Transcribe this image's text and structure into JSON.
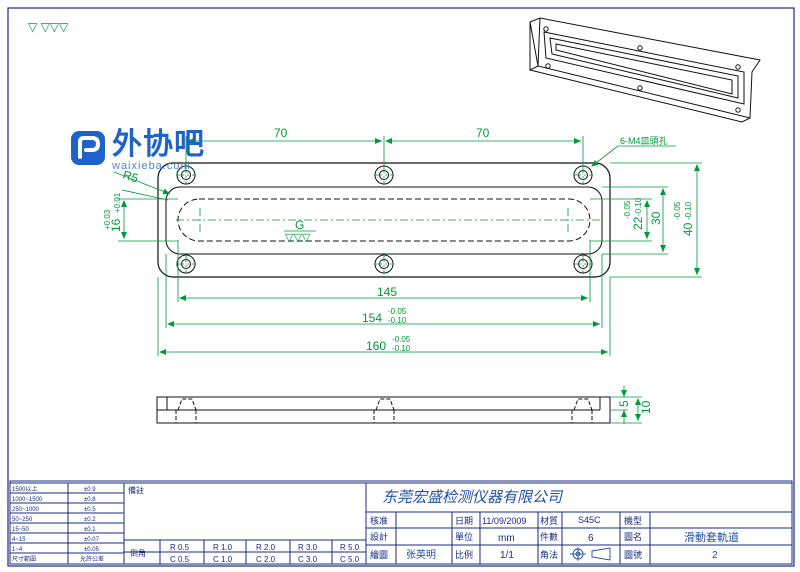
{
  "drawing": {
    "surface_symbols": "▽ ▽▽▽",
    "hole_note": "6-M4皿頭孔",
    "finish_letter": "G",
    "finish_symbol": "▽▽▽",
    "dims": {
      "pitch_left": "70",
      "pitch_right": "70",
      "radius": "R5",
      "len_145": "145",
      "len_154": "154",
      "len_154_tol_up": "-0.05",
      "len_154_tol_lo": "-0.10",
      "len_160": "160",
      "len_160_tol_up": "-0.05",
      "len_160_tol_lo": "-0.10",
      "w_16": "16",
      "w_16_tol_up": "+0.03",
      "w_16_tol_lo": "+0.01",
      "h_22": "22",
      "h_22_tol_up": "-0.05",
      "h_22_tol_lo": "-0.10",
      "h_30": "30",
      "h_40": "40",
      "h_40_tol_up": "-0.05",
      "h_40_tol_lo": "-0.10",
      "t_5": "5",
      "t_10": "10"
    }
  },
  "watermark": {
    "name": "外协吧",
    "url": "waixieba.com"
  },
  "title_block": {
    "company": "东莞宏盛检测仪器有限公司",
    "remark_label": "備註",
    "tolerance_rows": [
      [
        "1500以上",
        "±0.9"
      ],
      [
        "1000~1500",
        "±0.8"
      ],
      [
        "250~1000",
        "±0.5"
      ],
      [
        "50~250",
        "±0.2"
      ],
      [
        "15~50",
        "±0.1"
      ],
      [
        "4~15",
        "±0.07"
      ],
      [
        "1~4",
        "±0.05"
      ],
      [
        "尺寸範圍",
        "允許公差"
      ]
    ],
    "chamfer_label": "倒角",
    "chamfer_r": [
      "R 0.5",
      "R 1.0",
      "R 2.0",
      "R 3.0",
      "R 5.0"
    ],
    "chamfer_c": [
      "C 0.5",
      "C 1.0",
      "C 2.0",
      "C 3.0",
      "C 5.0"
    ],
    "approve_label": "核准",
    "design_label": "設計",
    "draw_label": "繪圖",
    "drafter": "张英明",
    "date_label": "日期",
    "date": "11/09/2009",
    "unit_label": "單位",
    "unit": "mm",
    "scale_label": "比例",
    "scale": "1/1",
    "material_label": "材質",
    "material": "S45C",
    "qty_label": "件數",
    "qty": "6",
    "angle_label": "角法",
    "model_label": "機型",
    "model": "",
    "drawing_name_label": "圖名",
    "drawing_name": "滑動套軌道",
    "drawing_no_label": "圖號",
    "drawing_no": "2"
  }
}
